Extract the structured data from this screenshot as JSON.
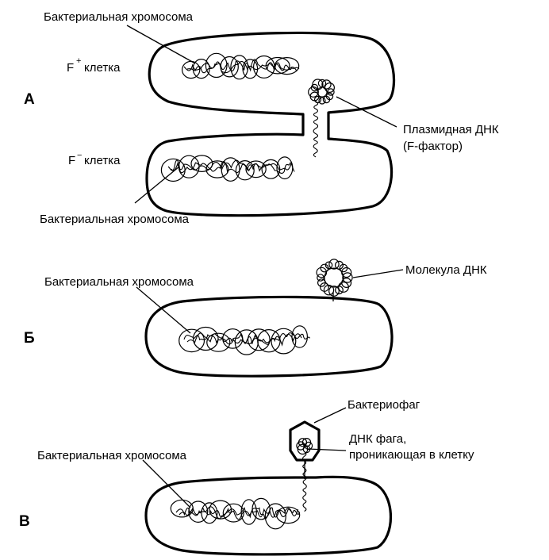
{
  "colors": {
    "ink": "#000000",
    "background": "#ffffff"
  },
  "panel_a": {
    "letter": "А",
    "top_cell": {
      "prefix": "F",
      "superscript": "+",
      "word": "клетка"
    },
    "top_chromosome_label": "Бактериальная хромосома",
    "bottom_cell": {
      "prefix": "F",
      "superscript": "−",
      "word": "клетка"
    },
    "bottom_chromosome_label": "Бактериальная хромосома",
    "plasmid_label_line1": "Плазмидная ДНК",
    "plasmid_label_line2": "(F-фактор)"
  },
  "panel_b": {
    "letter": "Б",
    "chromosome_label": "Бактериальная хромосома",
    "dna_molecule_label": "Молекула ДНК"
  },
  "panel_c": {
    "letter": "В",
    "chromosome_label": "Бактериальная хромосома",
    "phage_label": "Бактериофаг",
    "phage_dna_label_line1": "ДНК фага,",
    "phage_dna_label_line2": "проникающая в клетку"
  }
}
